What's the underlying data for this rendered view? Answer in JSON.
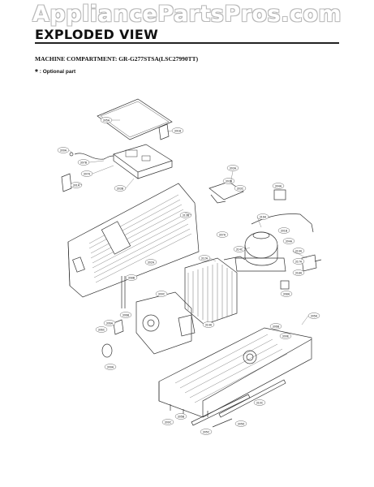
{
  "watermark": "AppliancePartsPros.com",
  "title": "EXPLODED VIEW",
  "subtitle": "MACHINE COMPARTMENT: GR-G277STSA(LSC27990TT)",
  "note": {
    "symbol": "*",
    "text": ": Optional part"
  },
  "callouts": [
    "305A",
    "301B",
    "309A",
    "307B",
    "307A",
    "301A",
    "303B",
    "303A",
    "303B",
    "303C",
    "304A",
    "313B",
    "307A",
    "316A",
    "314C",
    "312A",
    "301B",
    "304A",
    "319A",
    "317A",
    "318A",
    "308A",
    "302A",
    "308B",
    "309C",
    "306B",
    "306A",
    "306C",
    "309A",
    "314A",
    "305A",
    "306B",
    "309E",
    "309C",
    "305B",
    "305C",
    "305D",
    "310C"
  ]
}
